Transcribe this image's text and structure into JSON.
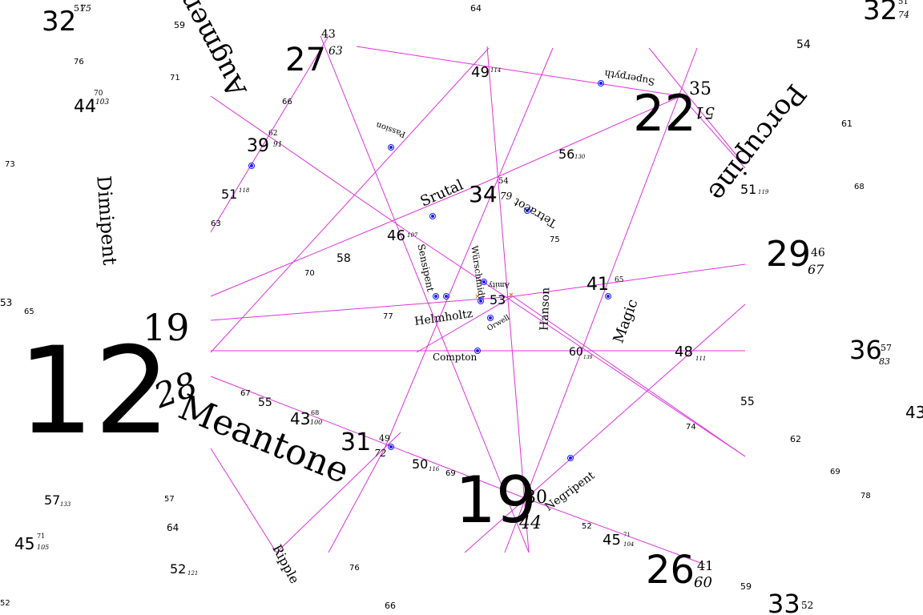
{
  "diagram": {
    "type": "tuning-lattice",
    "edo_labels": [
      {
        "n": "12",
        "sup": "19",
        "sub": "28"
      },
      {
        "n": "19",
        "sup": "30",
        "sub": "44"
      },
      {
        "n": "22",
        "sup": "35",
        "sub": "51"
      },
      {
        "n": "27",
        "sup": "43",
        "sub": "63"
      },
      {
        "n": "26",
        "sup": "41",
        "sub": "60"
      },
      {
        "n": "29",
        "sup": "46",
        "sub": "67"
      },
      {
        "n": "31",
        "sup": "49",
        "sub": "72"
      },
      {
        "n": "34",
        "sup": "54",
        "sub": "79"
      },
      {
        "n": "32",
        "sup": "51",
        "sub": "75"
      },
      {
        "n": "32",
        "sup": "51",
        "sub": "74"
      },
      {
        "n": "33",
        "sup": "52",
        "sub": ""
      },
      {
        "n": "36",
        "sup": "57",
        "sub": "83"
      },
      {
        "n": "39",
        "sup": "62",
        "sub": "91"
      },
      {
        "n": "41",
        "sup": "65",
        "sub": ""
      },
      {
        "n": "43",
        "sup": "68",
        "sub": "100"
      },
      {
        "n": "44",
        "sup": "70",
        "sub": "103"
      },
      {
        "n": "45",
        "sup": "71",
        "sub": "105"
      },
      {
        "n": "45",
        "sup": "71",
        "sub": "104"
      },
      {
        "n": "46",
        "sup": "",
        "sub": "107"
      },
      {
        "n": "48",
        "sup": "",
        "sub": "111"
      },
      {
        "n": "49",
        "sup": "",
        "sub": "114"
      },
      {
        "n": "50",
        "sup": "",
        "sub": "116"
      },
      {
        "n": "51",
        "sup": "",
        "sub": "118"
      },
      {
        "n": "51",
        "sup": "",
        "sub": "119"
      },
      {
        "n": "52",
        "sup": "",
        "sub": "121"
      },
      {
        "n": "53",
        "sup": "",
        "sub": ""
      },
      {
        "n": "54",
        "sup": "",
        "sub": ""
      },
      {
        "n": "55",
        "sup": "",
        "sub": ""
      },
      {
        "n": "56",
        "sup": "",
        "sub": "130"
      },
      {
        "n": "57",
        "sup": "",
        "sub": "133"
      },
      {
        "n": "58",
        "sup": "",
        "sub": ""
      },
      {
        "n": "60",
        "sup": "",
        "sub": "139"
      },
      {
        "n": "43",
        "sup": "",
        "sub": ""
      },
      {
        "n": "52",
        "sup": "",
        "sub": ""
      }
    ],
    "small_labels": [
      "59",
      "64",
      "61",
      "73",
      "76",
      "71",
      "65",
      "66",
      "63",
      "70",
      "77",
      "67",
      "62",
      "69",
      "78",
      "74",
      "75",
      "68",
      "53",
      "55",
      "57",
      "64",
      "52",
      "76",
      "69",
      "66",
      "59"
    ],
    "temperament_names": [
      "Meantone",
      "Porcupine",
      "Augmented",
      "Dimipent",
      "Srutal",
      "Tetracot",
      "Superpyth",
      "Magic",
      "Hanson",
      "Helmholtz",
      "Sensipent",
      "Würschmidt",
      "Compton",
      "Ripple",
      "Negripent",
      "Passion",
      "Amity",
      "Orwell"
    ]
  }
}
